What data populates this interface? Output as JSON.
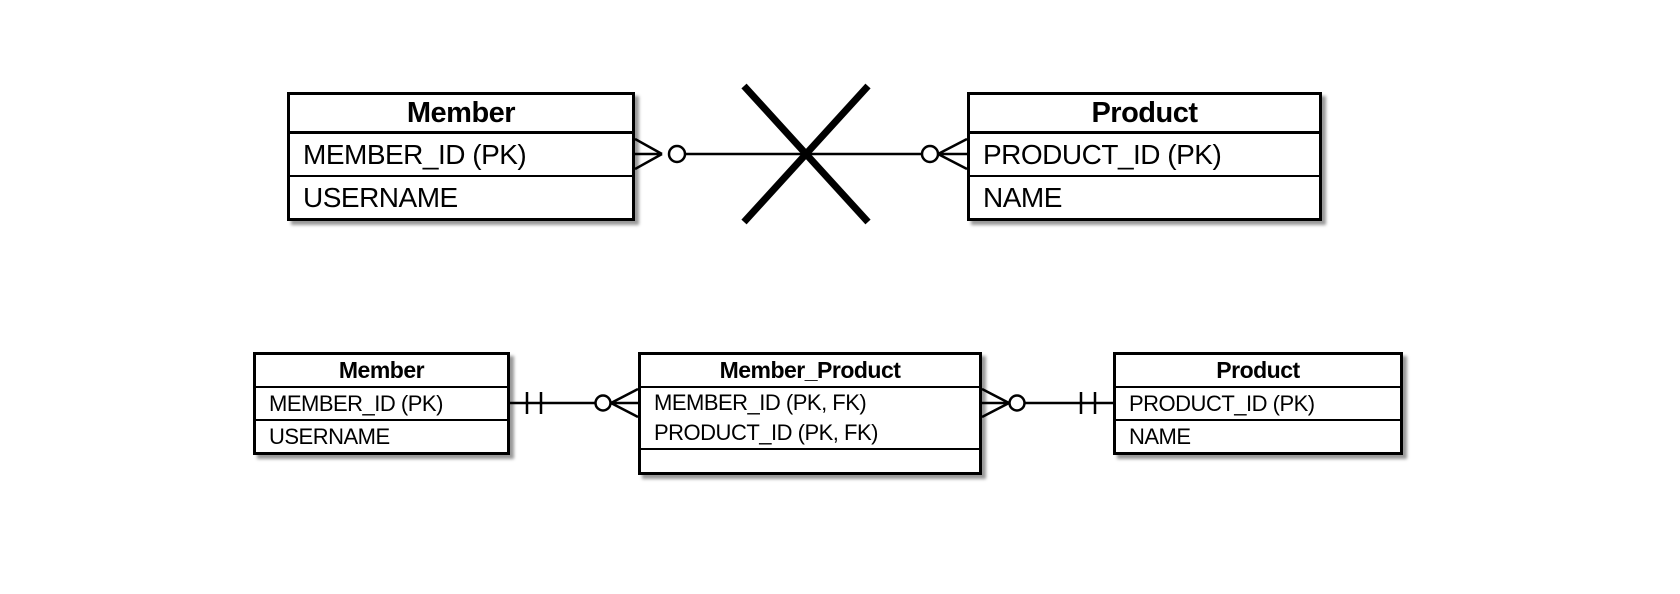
{
  "diagram": {
    "top_section": {
      "member_entity": {
        "title": "Member",
        "rows": [
          "MEMBER_ID (PK)",
          "USERNAME"
        ]
      },
      "product_entity": {
        "title": "Product",
        "rows": [
          "PRODUCT_ID (PK)",
          "NAME"
        ]
      },
      "relationship": {
        "member_end": "zero-or-many",
        "product_end": "zero-or-many",
        "status": "crossed-out"
      }
    },
    "bottom_section": {
      "member_entity": {
        "title": "Member",
        "rows": [
          "MEMBER_ID (PK)",
          "USERNAME"
        ]
      },
      "junction_entity": {
        "title": "Member_Product",
        "rows": [
          "MEMBER_ID (PK, FK)",
          "PRODUCT_ID (PK, FK)"
        ]
      },
      "product_entity": {
        "title": "Product",
        "rows": [
          "PRODUCT_ID (PK)",
          "NAME"
        ]
      },
      "member_to_junction": {
        "member_end": "one-and-only-one",
        "junction_end": "zero-or-many"
      },
      "junction_to_product": {
        "product_end": "one-and-only-one",
        "junction_end": "zero-or-many"
      }
    },
    "colors": {
      "stroke": "#000000",
      "entity_fill": "#ffffff",
      "background": "#ffffff"
    }
  }
}
